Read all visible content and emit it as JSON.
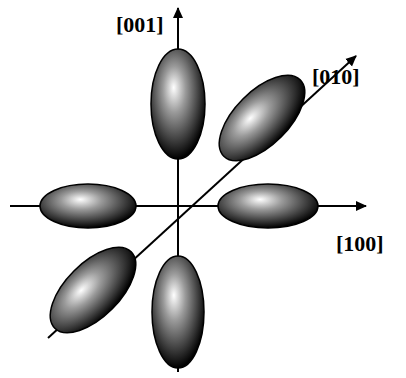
{
  "diagram": {
    "labels": [
      "[001]",
      "[010]",
      "[100]"
    ]
  }
}
